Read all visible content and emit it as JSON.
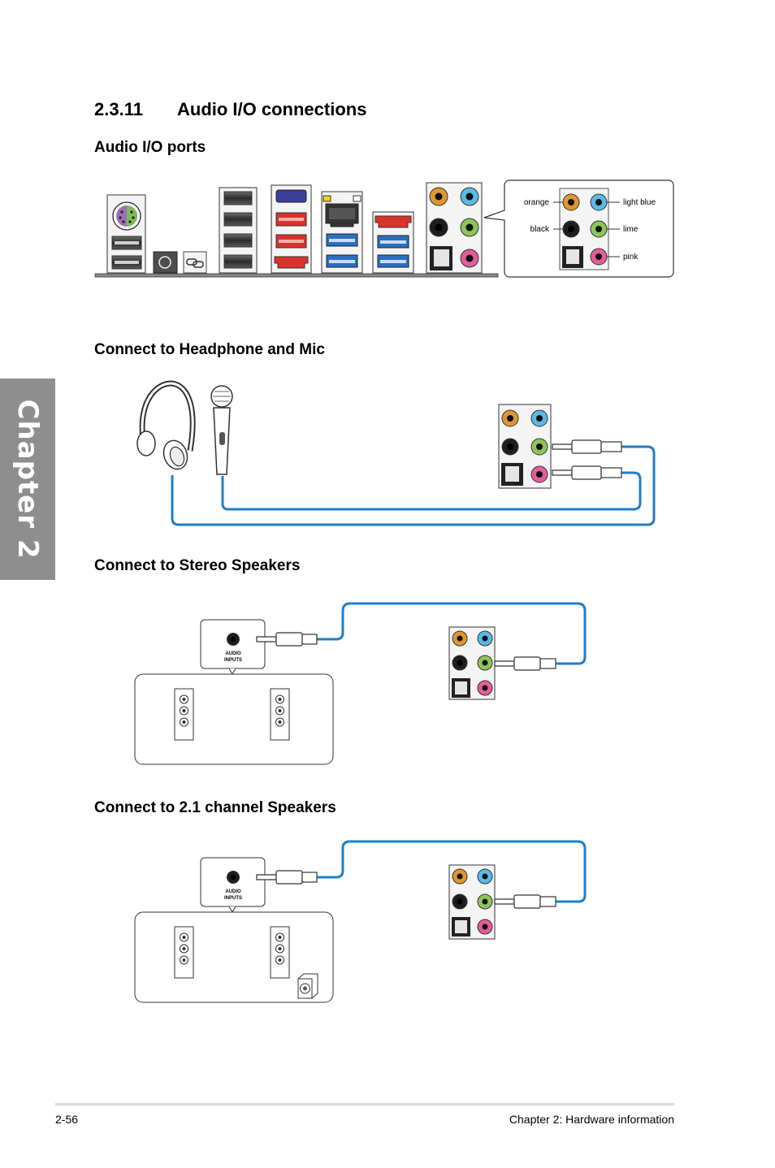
{
  "chapter_tab": "Chapter 2",
  "section": {
    "number": "2.3.11",
    "title": "Audio I/O connections"
  },
  "headings": {
    "ports": "Audio I/O ports",
    "headphone": "Connect to Headphone and Mic",
    "stereo": "Connect to Stereo Speakers",
    "channel21": "Connect to 2.1 channel Speakers"
  },
  "port_labels": {
    "orange": "orange",
    "light_blue": "light blue",
    "black": "black",
    "lime": "lime",
    "pink": "pink"
  },
  "speaker_label": {
    "line1": "AUDIO",
    "line2": "INPUTS"
  },
  "colors": {
    "orange": "#e0962f",
    "light_blue": "#5ab9e6",
    "black": "#1e1e1e",
    "lime": "#8cc55a",
    "pink": "#e45c9c",
    "cable": "#1f7fc7",
    "usb_blue": "#2a6fc0",
    "esata_red": "#d9332b",
    "ps2_purple": "#9b6fb5",
    "ps2_green": "#7db95a"
  },
  "footer": {
    "page": "2-56",
    "chapter": "Chapter 2: Hardware information"
  }
}
